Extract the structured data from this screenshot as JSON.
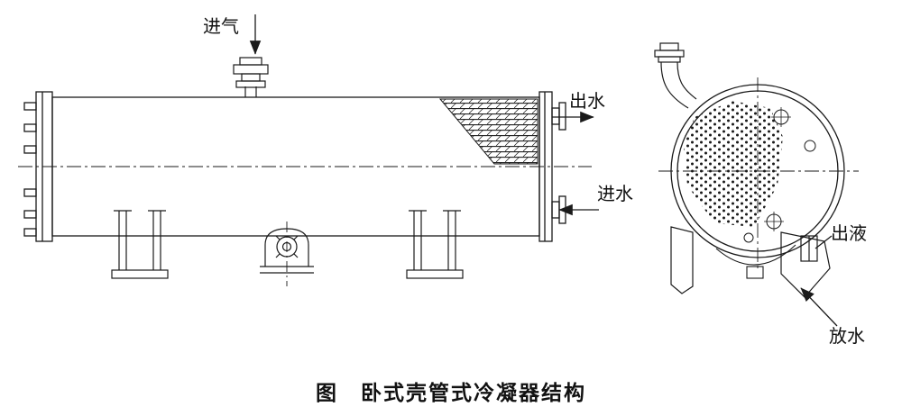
{
  "figure": {
    "caption": "图　卧式壳管式冷凝器结构",
    "labels": {
      "gas_inlet": "进气",
      "water_outlet": "出水",
      "water_inlet": "进水",
      "liquid_outlet": "出液",
      "drain": "放水"
    },
    "colors": {
      "line": "#1a1a1a",
      "background": "#ffffff"
    }
  }
}
